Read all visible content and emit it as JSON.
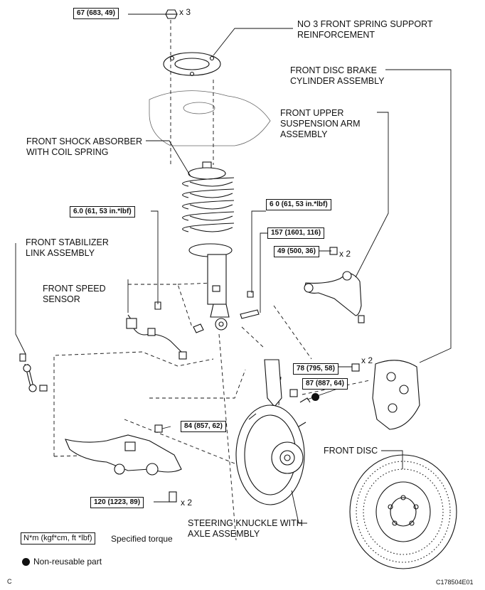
{
  "labels": {
    "spring_support": "NO  3 FRONT SPRING SUPPORT\nREINFORCEMENT",
    "brake_cylinder": "FRONT DISC BRAKE\nCYLINDER ASSEMBLY",
    "upper_arm": "FRONT UPPER\nSUSPENSION ARM\nASSEMBLY",
    "shock_absorber": "FRONT SHOCK ABSORBER\nWITH COIL SPRING",
    "stabilizer_link": "FRONT STABILIZER\nLINK ASSEMBLY",
    "speed_sensor": "FRONT SPEED\nSENSOR",
    "front_disc": "FRONT DISC",
    "steering_knuckle": "STEERING KNUCKLE WITH\nAXLE ASSEMBLY"
  },
  "torques": {
    "t1": "67 (683, 49)",
    "t2": "6.0 (61, 53 in.*lbf)",
    "t3": "6 0 (61, 53 in.*lbf)",
    "t4": "157 (1601, 116)",
    "t5": "49 (500, 36)",
    "t6": "78 (795, 58)",
    "t7": "87 (887, 64)",
    "t8": "84 (857, 62)",
    "t9": "120 (1223, 89)"
  },
  "multipliers": {
    "m1": "x 3",
    "m2": "x 2",
    "m3": "x 2",
    "m4": "x 2"
  },
  "legend": {
    "unit": "N*m (kgf*cm, ft *lbf)",
    "unit_desc": "Specified torque",
    "nonreusable": "Non-reusable part"
  },
  "corner_letter": "C",
  "figure_code": "C178504E01"
}
